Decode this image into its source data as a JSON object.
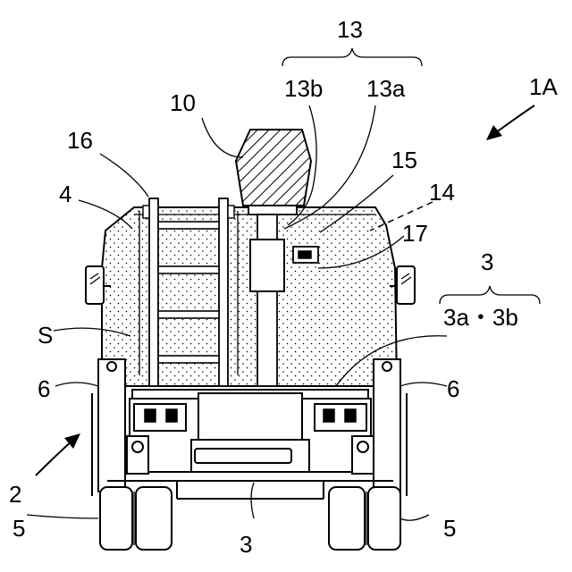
{
  "labels": {
    "l13": "13",
    "l13b": "13b",
    "l13a": "13a",
    "l1A": "1A",
    "l10": "10",
    "l16": "16",
    "l15": "15",
    "l14": "14",
    "l4": "4",
    "l17": "17",
    "l3_top": "3",
    "l3ab": "3a・3b",
    "lS": "S",
    "l6_left": "6",
    "l6_right": "6",
    "l2": "2",
    "l5_left": "5",
    "l5_right": "5",
    "l3_bottom": "3"
  }
}
